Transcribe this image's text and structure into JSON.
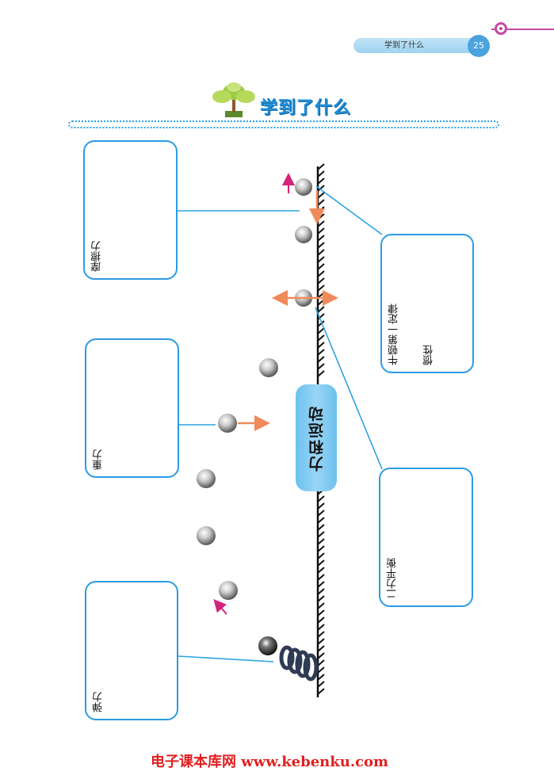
{
  "header": {
    "section_label": "学到了什么",
    "page_number": "25"
  },
  "title": "学到了什么",
  "center_label": "力和运动",
  "left_boxes": [
    {
      "label": "摩擦力"
    },
    {
      "label": "重力"
    },
    {
      "label": "弹力"
    }
  ],
  "right_boxes": [
    {
      "label": "牛顿第一定律",
      "sub_label": "惯性"
    },
    {
      "label": "二力平衡"
    }
  ],
  "footer": "电子课本库网 www.kebenku.com",
  "colors": {
    "box_border": "#2c9be3",
    "connector": "#2aa3e0",
    "arrow_orange": "#f08a5a",
    "arrow_magenta": "#d4237a",
    "footer_red": "#e02020"
  }
}
